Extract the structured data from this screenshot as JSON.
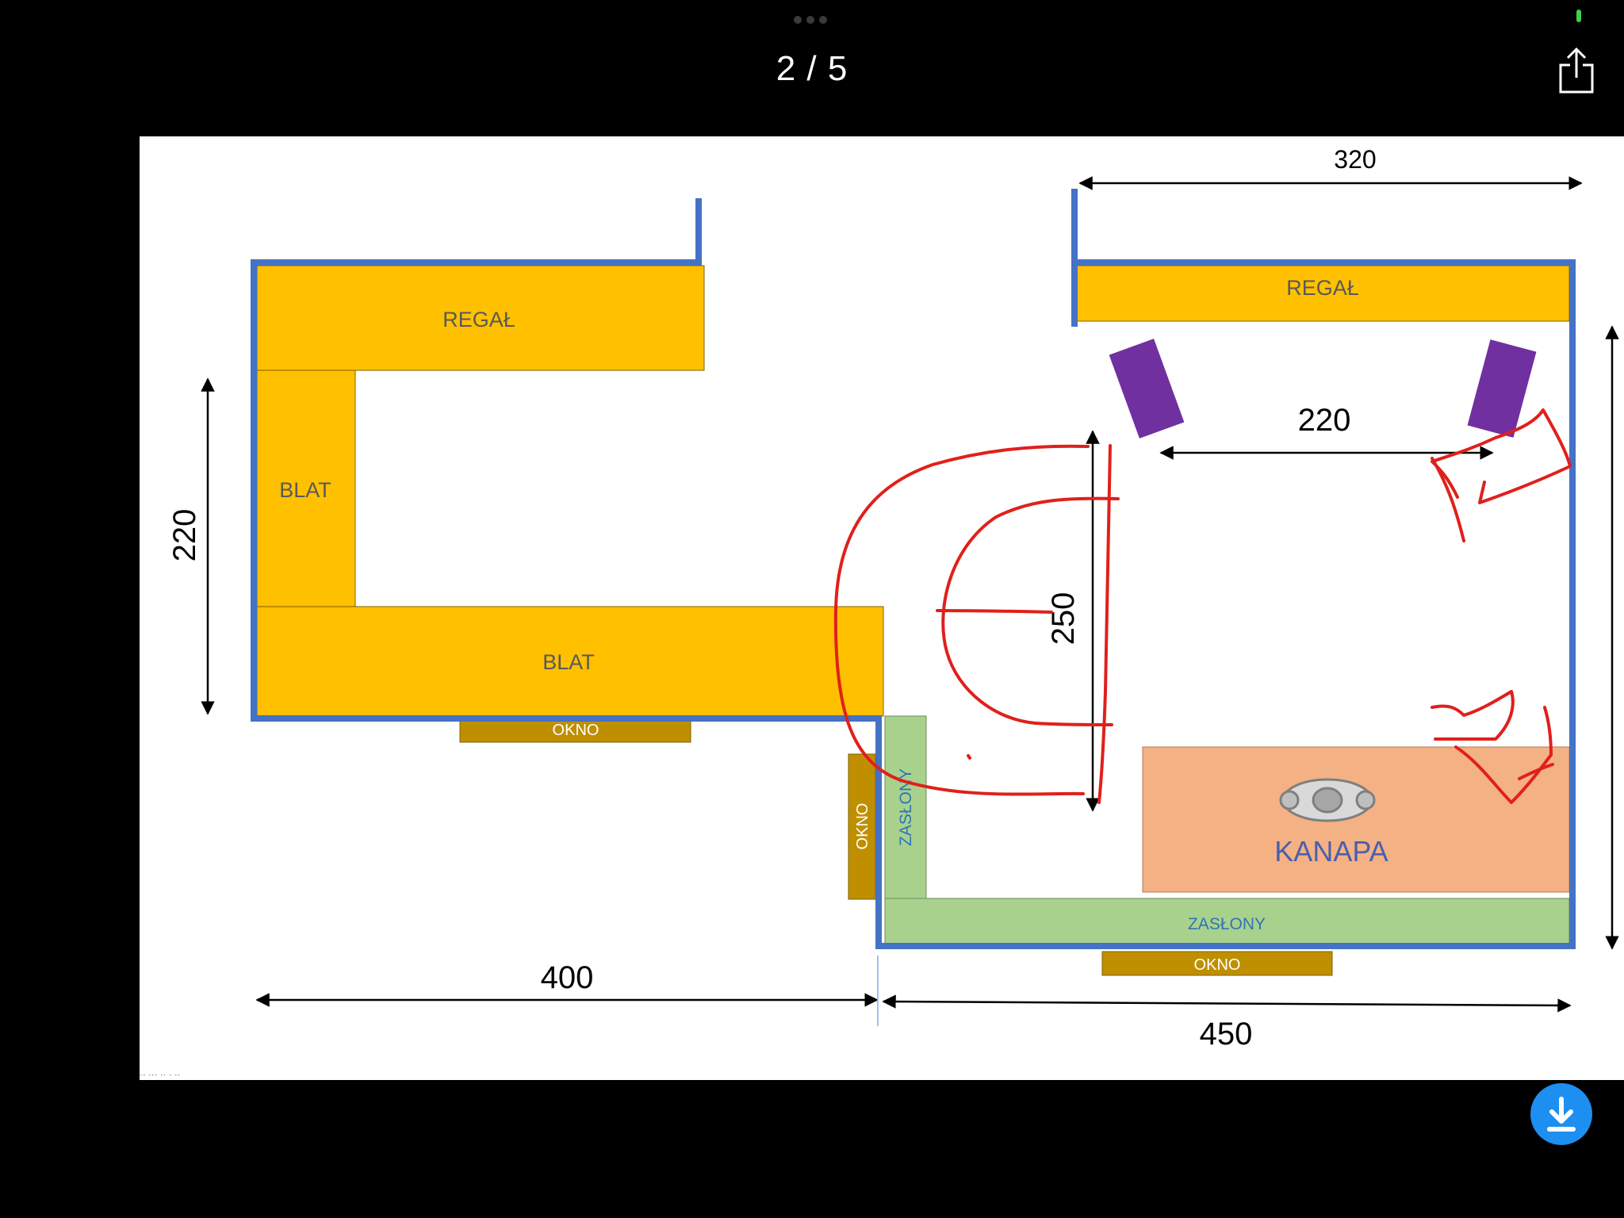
{
  "viewer": {
    "page_counter": "2 / 5",
    "share_icon": "share-icon",
    "download_icon": "download-icon"
  },
  "plan": {
    "labels": {
      "regal_left": "REGAŁ",
      "regal_right": "REGAŁ",
      "blat_vertical": "BLAT",
      "blat_horizontal": "BLAT",
      "okno_kitchen": "OKNO",
      "okno_side": "OKNO",
      "okno_bottom": "OKNO",
      "zaslony_vertical": "ZASŁONY",
      "zaslony_horizontal": "ZASŁONY",
      "kanapa": "KANAPA"
    },
    "dimensions": {
      "kitchen_height": "220",
      "kitchen_width": "400",
      "room_width_bottom": "450",
      "room_width_top": "320",
      "speaker_spacing": "220",
      "listening_distance": "250"
    },
    "colors": {
      "wall": "#4472c4",
      "furniture": "#ffc000",
      "window": "#bf8f00",
      "curtain": "#a9d18e",
      "sofa": "#f4b183",
      "speaker": "#7030a0",
      "annotation": "#e0201b"
    }
  }
}
